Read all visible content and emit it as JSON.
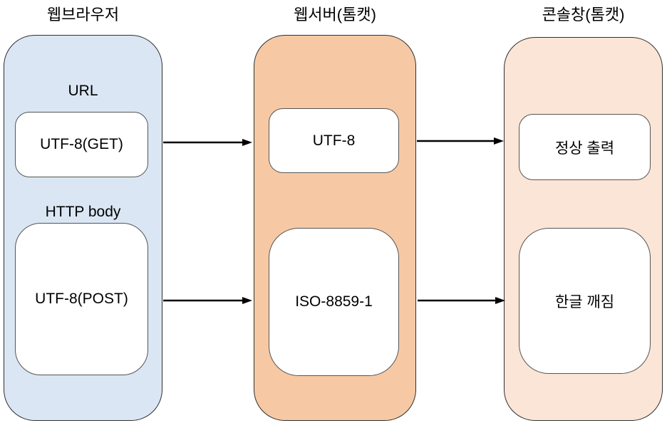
{
  "diagram": {
    "browser": {
      "title": "웹브라우저",
      "url_label": "URL",
      "url_box": "UTF-8(GET)",
      "body_label": "HTTP body",
      "body_box": "UTF-8(POST)"
    },
    "server": {
      "title": "웹서버(톰캣)",
      "get_box": "UTF-8",
      "post_box": "ISO-8859-1"
    },
    "console": {
      "title": "콘솔창(톰캣)",
      "get_box": "정상 출력",
      "post_box": "한글 깨짐"
    },
    "colors": {
      "browser_fill": "#dae6f3",
      "server_fill": "#f6c9a4",
      "console_fill": "#fbe5d6",
      "node_fill": "#ffffff",
      "outline": "#2f2f2f",
      "arrow": "#000000"
    }
  }
}
